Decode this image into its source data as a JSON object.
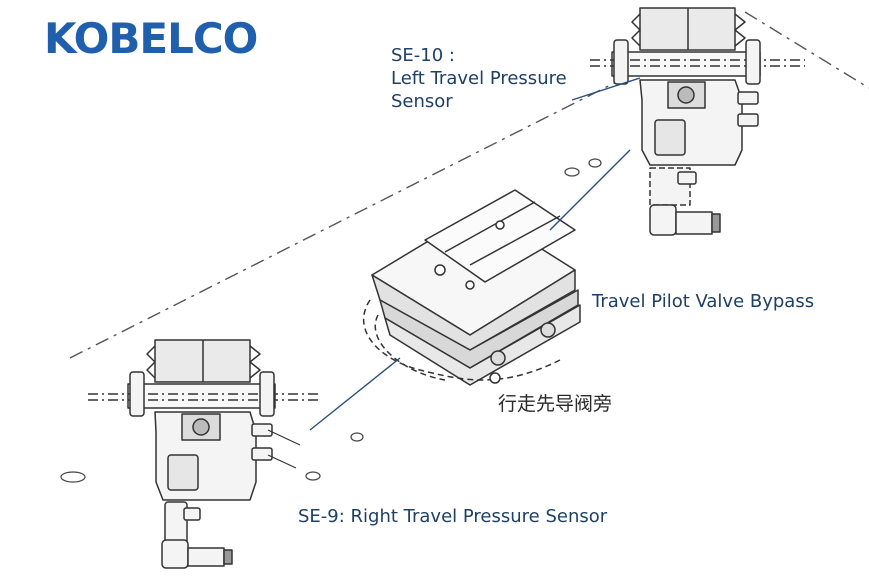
{
  "brand": {
    "logo_text": "KOBELCO",
    "logo_color": "#1f5fae"
  },
  "labels": {
    "se10_line1": "SE-10 :",
    "se10_line2": "Left Travel Pressure",
    "se10_line3": "Sensor",
    "bypass_en": "Travel Pilot Valve Bypass",
    "bypass_cn": "行走先导阀旁",
    "se9": "SE-9: Right Travel Pressure Sensor"
  },
  "colors": {
    "label_text": "#1e3f66",
    "leader_line": "#2b4f7a",
    "drawing_line": "#333333"
  },
  "icons": [
    "pressure-sensor-left",
    "pressure-sensor-right",
    "bypass-valve-block"
  ]
}
